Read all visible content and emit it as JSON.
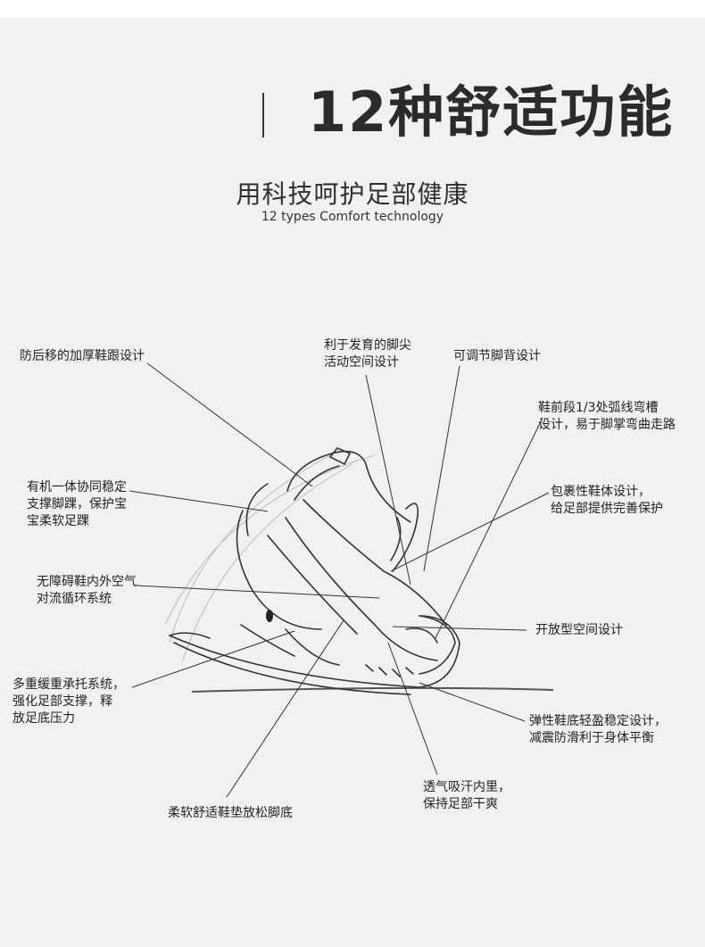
{
  "header": {
    "title": "12种舒适功能",
    "subtitle": "用科技呵护足部健康",
    "subtitle_en": "12 types Comfort technology"
  },
  "features": [
    {
      "id": "heel",
      "text": "防后移的加厚鞋跟设计"
    },
    {
      "id": "toe",
      "text": "利于发育的脚尖\n活动空间设计"
    },
    {
      "id": "instep",
      "text": "可调节脚背设计"
    },
    {
      "id": "arc",
      "text": "鞋前段1/3处弧线弯槽\n设计，易于脚掌弯曲走路"
    },
    {
      "id": "ankle",
      "text": "有机一体协同稳定\n支撑脚踝，保护宝\n宝柔软足踝"
    },
    {
      "id": "wrap",
      "text": "包裹性鞋体设计，\n给足部提供完善保护"
    },
    {
      "id": "air",
      "text": "无障碍鞋内外空气\n对流循环系统"
    },
    {
      "id": "open",
      "text": "开放型空间设计"
    },
    {
      "id": "cushion",
      "text": "多重缓重承托系统，\n强化足部支撑，释\n放足底压力"
    },
    {
      "id": "sole",
      "text": "弹性鞋底轻盈稳定设计，\n减震防滑利于身体平衡"
    },
    {
      "id": "lining",
      "text": "透气吸汗内里，\n保持足部干爽"
    },
    {
      "id": "insole",
      "text": "柔软舒适鞋垫放松脚底"
    }
  ],
  "colors": {
    "background": "#f1f1f1",
    "ink": "#222222",
    "sketch": "#444444"
  }
}
